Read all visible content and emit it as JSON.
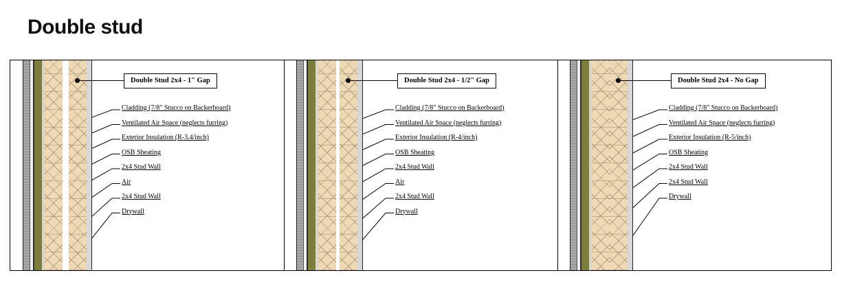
{
  "page": {
    "title": "Double stud"
  },
  "diagram": {
    "panels": [
      {
        "id": "panel-1-inch-gap",
        "callout_title": "Double Stud 2x4 - 1\" Gap",
        "labels": [
          "Cladding (7/8\" Stucco on Backerboard)",
          "Ventilated Air Space (neglects furring)",
          "Exterior Insulation (R-3.4/inch)",
          "OSB Sheating",
          "2x4 Stud Wall",
          "Air",
          "2x4 Stud Wall",
          "Drywall"
        ],
        "layers": [
          {
            "name": "cladding",
            "width": 9,
            "style": "lay-cladding"
          },
          {
            "name": "ventilated-air-space",
            "width": 4,
            "style": "lay-airspace"
          },
          {
            "name": "dark-membrane",
            "width": 2,
            "style": "lay-darkline"
          },
          {
            "name": "exterior-insulation",
            "width": 11,
            "style": "lay-insul"
          },
          {
            "name": "osb-sheating",
            "width": 4,
            "style": "lay-osb"
          },
          {
            "name": "stud-wall-outer",
            "width": 26,
            "style": "lay-stud"
          },
          {
            "name": "air-gap",
            "width": 9,
            "style": "lay-gap"
          },
          {
            "name": "stud-wall-inner",
            "width": 26,
            "style": "lay-stud"
          },
          {
            "name": "drywall",
            "width": 7,
            "style": "lay-drywall"
          }
        ]
      },
      {
        "id": "panel-half-inch-gap",
        "callout_title": "Double Stud 2x4 - 1/2\" Gap",
        "labels": [
          "Cladding (7/8\" Stucco on Backerboard)",
          "Ventilated Air Space (neglects furring)",
          "Exterior Insulation (R-4/inch)",
          "OSB Sheating",
          "2x4 Stud Wall",
          "Air",
          "2x4 Stud Wall",
          "Drywall"
        ],
        "layers": [
          {
            "name": "cladding",
            "width": 9,
            "style": "lay-cladding"
          },
          {
            "name": "ventilated-air-space",
            "width": 4,
            "style": "lay-airspace"
          },
          {
            "name": "dark-membrane",
            "width": 2,
            "style": "lay-darkline"
          },
          {
            "name": "exterior-insulation",
            "width": 11,
            "style": "lay-insul"
          },
          {
            "name": "osb-sheating",
            "width": 4,
            "style": "lay-osb"
          },
          {
            "name": "stud-wall-outer",
            "width": 26,
            "style": "lay-stud"
          },
          {
            "name": "air-gap",
            "width": 5,
            "style": "lay-gap"
          },
          {
            "name": "stud-wall-inner",
            "width": 26,
            "style": "lay-stud"
          },
          {
            "name": "drywall",
            "width": 7,
            "style": "lay-drywall"
          }
        ]
      },
      {
        "id": "panel-no-gap",
        "callout_title": "Double Stud 2x4 - No Gap",
        "labels": [
          "Cladding (7/8\" Stucco on Backerboard)",
          "Ventilated Air Space (neglects furring)",
          "Exterior Insulation (R-5/inch)",
          "OSB Sheating",
          "2x4 Stud Wall",
          "2x4 Stud Wall",
          "Drywall"
        ],
        "layers": [
          {
            "name": "cladding",
            "width": 9,
            "style": "lay-cladding"
          },
          {
            "name": "ventilated-air-space",
            "width": 4,
            "style": "lay-airspace"
          },
          {
            "name": "dark-membrane",
            "width": 2,
            "style": "lay-darkline"
          },
          {
            "name": "exterior-insulation",
            "width": 11,
            "style": "lay-insul"
          },
          {
            "name": "osb-sheating",
            "width": 4,
            "style": "lay-osb"
          },
          {
            "name": "stud-wall-outer",
            "width": 26,
            "style": "lay-stud"
          },
          {
            "name": "stud-wall-inner",
            "width": 26,
            "style": "lay-stud"
          },
          {
            "name": "drywall",
            "width": 7,
            "style": "lay-drywall"
          }
        ]
      }
    ],
    "colors": {
      "cladding": "#a9a9a9",
      "insulation": "#7b7d3c",
      "stud_hatch": "#efd8b4",
      "drywall": "#d8d8d8",
      "outline": "#000000"
    }
  }
}
